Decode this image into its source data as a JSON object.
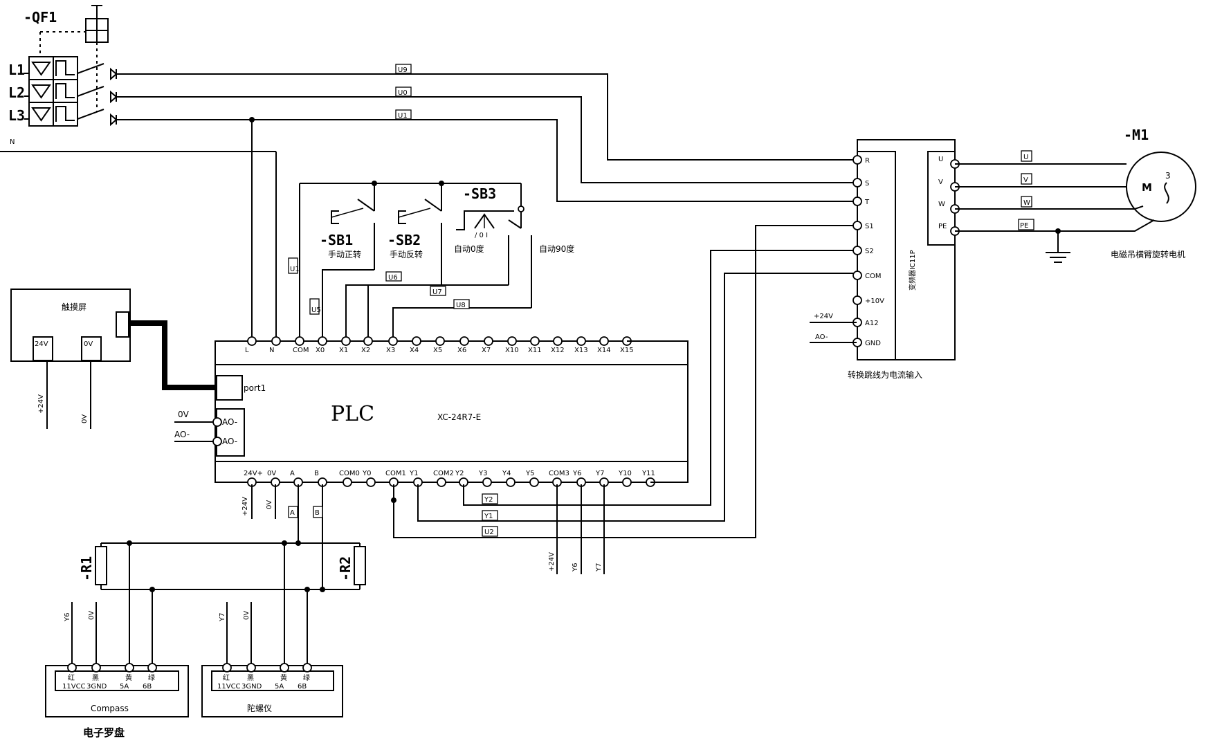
{
  "breaker": {
    "label": "-QF1",
    "phases": [
      "L1",
      "L2",
      "L3"
    ],
    "neutral": "N"
  },
  "wire_tags": {
    "l1": "U9",
    "l2": "U0",
    "l3": "U1",
    "x0": "U1",
    "x1": "U5",
    "x2": "U6",
    "x3": "U7",
    "x4": "U8",
    "y2": "Y2",
    "y1": "Y1",
    "y0": "U2"
  },
  "buttons": {
    "sb1": {
      "id": "-SB1",
      "label": "手动正转"
    },
    "sb2": {
      "id": "-SB2",
      "label": "手动反转"
    },
    "sb3": {
      "id": "-SB3",
      "label_a": "自动0度",
      "label_b": "自动90度"
    }
  },
  "touch_screen": {
    "title": "触摸屏",
    "pin_24v": "24V",
    "pin_0v": "0V",
    "wire_24v": "+24V",
    "wire_0v": "0V"
  },
  "plc": {
    "title": "PLC",
    "model": "XC-24R7-E",
    "port": "port1",
    "top_terminals": [
      "L",
      "N",
      "COM",
      "X0",
      "X1",
      "X2",
      "X3",
      "X4",
      "X5",
      "X6",
      "X7",
      "X10",
      "X11",
      "X12",
      "X13",
      "X14",
      "X15"
    ],
    "bottom_terminals": [
      "24V+",
      "0V",
      "A",
      "B",
      "COM0",
      "Y0",
      "COM1",
      "Y1",
      "COM2",
      "Y2",
      "Y3",
      "Y4",
      "Y5",
      "COM3",
      "Y6",
      "Y7",
      "Y10",
      "Y11"
    ],
    "ao_terminals": [
      "AO-",
      "AO-"
    ],
    "ao_inputs": [
      "0V",
      "AO-"
    ],
    "wire_24v": "+24V",
    "wire_0v": "0V",
    "tag_a": "A",
    "tag_b": "B",
    "bottom_wires": [
      "+24V",
      "Y6",
      "Y7"
    ]
  },
  "inverter": {
    "name": "变频器IC11P",
    "caption": "转换跳线为电流输入",
    "inputs": [
      "R",
      "S",
      "T",
      "S1",
      "S2",
      "COM",
      "+10V",
      "A12",
      "GND"
    ],
    "outputs": [
      "U",
      "V",
      "W",
      "PE"
    ],
    "input_wires": [
      "+24V",
      "AO-"
    ]
  },
  "motor": {
    "label": "-M1",
    "symbol": "M",
    "phase": "3",
    "caption": "电磁吊横臂旋转电机",
    "wire_tags": [
      "U",
      "V",
      "W",
      "PE"
    ]
  },
  "resistors": [
    "-R1",
    "-R2"
  ],
  "compass": {
    "title": "Compass",
    "caption": "电子罗盘",
    "pins_top": [
      "红",
      "黑",
      "黄",
      "绿"
    ],
    "pins_bottom": [
      "11VCC",
      "3GND",
      "5A",
      "6B"
    ],
    "wires": [
      "Y6",
      "0V"
    ]
  },
  "gyro": {
    "title": "陀螺仪",
    "pins_top": [
      "红",
      "黑",
      "黄",
      "绿"
    ],
    "pins_bottom": [
      "11VCC",
      "3GND",
      "5A",
      "6B"
    ],
    "wires": [
      "Y7",
      "0V"
    ]
  }
}
